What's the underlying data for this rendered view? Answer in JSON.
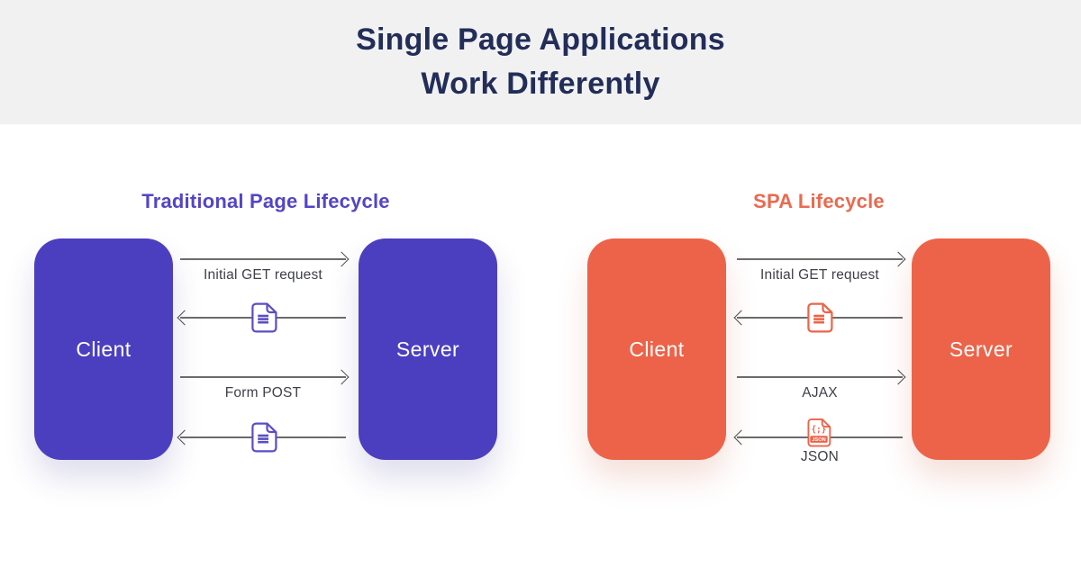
{
  "title": {
    "line1": "Single Page Applications",
    "line2": "Work Differently"
  },
  "left": {
    "heading": "Traditional Page Lifecycle",
    "client": "Client",
    "server": "Server",
    "flows": [
      {
        "direction": "right",
        "label": "Initial GET request"
      },
      {
        "direction": "left",
        "icon": "document-icon"
      },
      {
        "direction": "right",
        "label": "Form POST"
      },
      {
        "direction": "left",
        "icon": "document-icon"
      }
    ]
  },
  "right": {
    "heading": "SPA Lifecycle",
    "client": "Client",
    "server": "Server",
    "flows": [
      {
        "direction": "right",
        "label": "Initial GET request"
      },
      {
        "direction": "left",
        "icon": "document-icon"
      },
      {
        "direction": "right",
        "label": "AJAX"
      },
      {
        "direction": "left",
        "icon": "json-file-icon",
        "label": "JSON"
      }
    ]
  },
  "icons": {
    "json_glyph": "{;}",
    "json_badge": "JSON"
  },
  "colors": {
    "header_bg": "#f1f1f2",
    "title_text": "#222d58",
    "purple_box": "#4b3fc0",
    "purple_heading": "#5345c6",
    "orange_box": "#ed6349",
    "orange_heading": "#e96a50",
    "arrow_line": "#6b6b6b",
    "flow_label_text": "#3e4148"
  }
}
